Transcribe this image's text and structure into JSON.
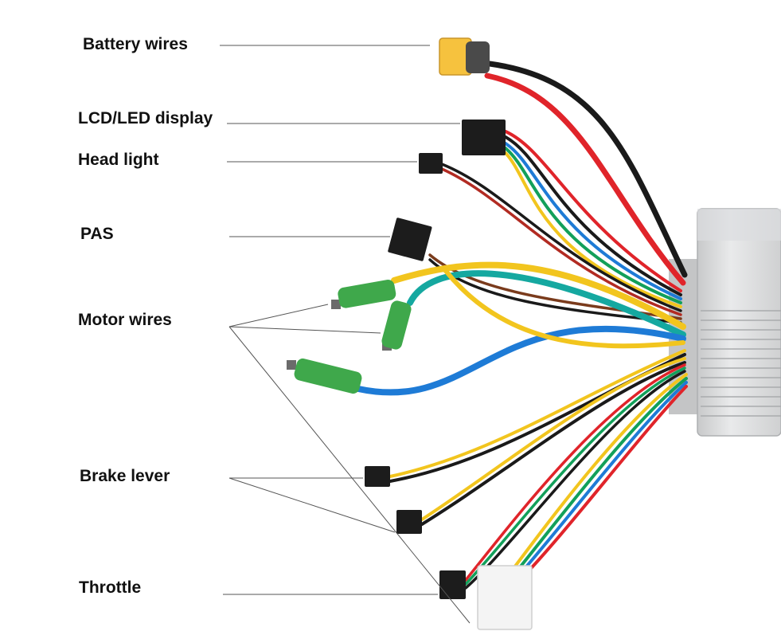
{
  "labels": {
    "battery": "Battery wires",
    "lcd": "LCD/LED display",
    "headlight": "Head light",
    "pas": "PAS",
    "motor": "Motor wires",
    "brake": "Brake lever",
    "throttle": "Throttle"
  },
  "colors": {
    "leader": "#555555",
    "red": "#e0242a",
    "black": "#1a1a1a",
    "yellow": "#f2c51e",
    "green": "#12a05a",
    "blue": "#1e7bd6",
    "teal": "#15a8a0",
    "brown": "#7a3b1c",
    "controller": "#d9dadb",
    "xt_connector": "#f6c23e",
    "motor_terminal": "#3fa84b"
  }
}
